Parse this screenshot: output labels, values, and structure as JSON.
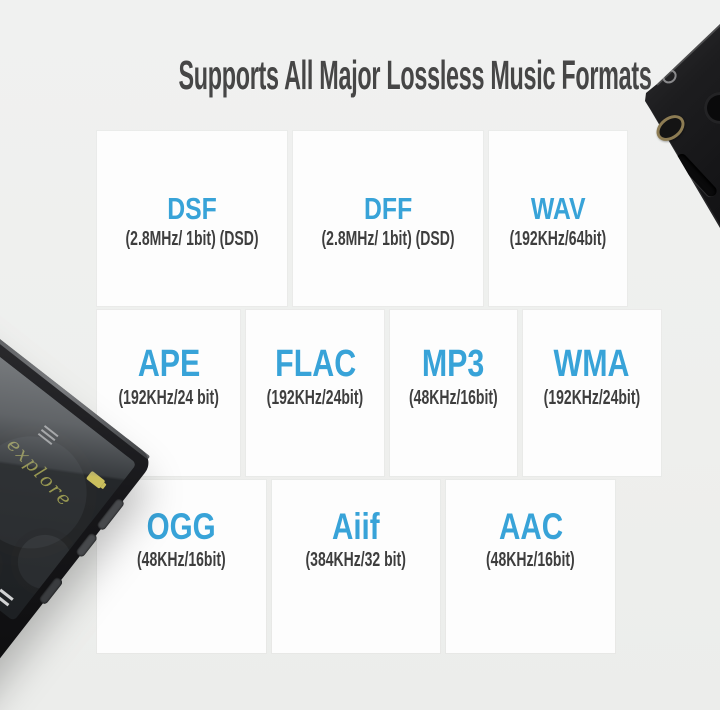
{
  "title": {
    "text": "Supports All Major Lossless Music Formats"
  },
  "colors": {
    "background": "#eff0ee",
    "card": "#fdfdfd",
    "accent_blue": "#38a3d8",
    "title_text": "#464646",
    "spec_text": "#3e3e3e"
  },
  "formats": {
    "row1": [
      {
        "name": "DSF",
        "spec": "(2.8MHz/ 1bit) (DSD)"
      },
      {
        "name": "DFF",
        "spec": "(2.8MHz/ 1bit) (DSD)"
      },
      {
        "name": "WAV",
        "spec": "(192KHz/64bit)"
      }
    ],
    "row2": [
      {
        "name": "APE",
        "spec": "(192KHz/24 bit)"
      },
      {
        "name": "FLAC",
        "spec": "(192KHz/24bit)"
      },
      {
        "name": "MP3",
        "spec": "(48KHz/16bit)"
      },
      {
        "name": "WMA",
        "spec": "(192KHz/24bit)"
      }
    ],
    "row3": [
      {
        "name": "OGG",
        "spec": "(48KHz/16bit)"
      },
      {
        "name": "Aiif",
        "spec": "(384KHz/32 bit)"
      },
      {
        "name": "AAC",
        "spec": "(48KHz/16bit)"
      }
    ]
  },
  "left_player": {
    "screen_watermark": "explore",
    "controls": {
      "prev": "⏮",
      "play": "⏯",
      "next": "⏭"
    }
  }
}
